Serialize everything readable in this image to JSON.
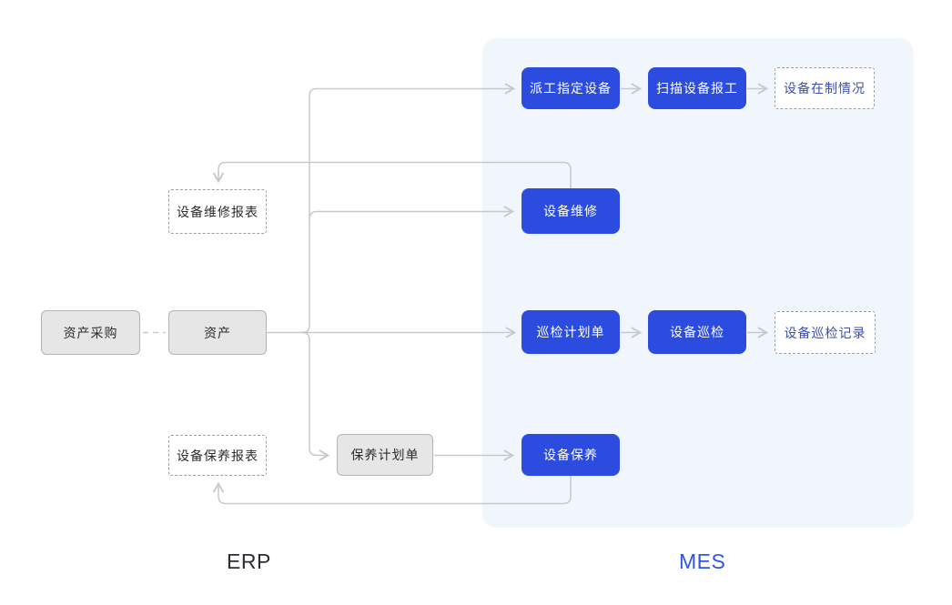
{
  "diagram": {
    "zones": {
      "erp_label": "ERP",
      "mes_label": "MES"
    },
    "nodes": {
      "dispatch_assign_equipment": {
        "label": "派工指定设备",
        "style": "solid-blue"
      },
      "scan_equipment_report": {
        "label": "扫描设备报工",
        "style": "solid-blue"
      },
      "equipment_wip_status": {
        "label": "设备在制情况",
        "style": "dashed-blue-text"
      },
      "equipment_repair_report": {
        "label": "设备维修报表",
        "style": "dashed-dark-text"
      },
      "equipment_repair": {
        "label": "设备维修",
        "style": "solid-blue"
      },
      "asset_purchase": {
        "label": "资产采购",
        "style": "gray"
      },
      "asset": {
        "label": "资产",
        "style": "gray"
      },
      "inspection_plan": {
        "label": "巡检计划单",
        "style": "solid-blue"
      },
      "equipment_inspection": {
        "label": "设备巡检",
        "style": "solid-blue"
      },
      "inspection_record": {
        "label": "设备巡检记录",
        "style": "dashed-blue-text"
      },
      "maintenance_report": {
        "label": "设备保养报表",
        "style": "dashed-dark-text"
      },
      "maintenance_plan": {
        "label": "保养计划单",
        "style": "gray"
      },
      "equipment_maintenance": {
        "label": "设备保养",
        "style": "solid-blue"
      }
    },
    "edges": [
      {
        "from": "asset_purchase",
        "to": "asset",
        "line": "dashed"
      },
      {
        "from": "asset",
        "to": "inspection_plan",
        "line": "solid-arrow"
      },
      {
        "from": "asset",
        "to": "dispatch_assign_equipment",
        "line": "solid-arrow"
      },
      {
        "from": "asset",
        "to": "equipment_repair",
        "line": "solid-arrow"
      },
      {
        "from": "asset",
        "to": "maintenance_plan",
        "line": "solid-arrow"
      },
      {
        "from": "dispatch_assign_equipment",
        "to": "scan_equipment_report",
        "line": "solid-arrow"
      },
      {
        "from": "scan_equipment_report",
        "to": "equipment_wip_status",
        "line": "solid-arrow"
      },
      {
        "from": "inspection_plan",
        "to": "equipment_inspection",
        "line": "solid-arrow"
      },
      {
        "from": "equipment_inspection",
        "to": "inspection_record",
        "line": "solid-arrow"
      },
      {
        "from": "maintenance_plan",
        "to": "equipment_maintenance",
        "line": "solid-arrow"
      },
      {
        "from": "equipment_repair",
        "to": "equipment_repair_report",
        "line": "solid-arrow"
      },
      {
        "from": "equipment_maintenance",
        "to": "maintenance_report",
        "line": "solid-arrow"
      }
    ],
    "colors": {
      "blue-box": "#2b4cdf",
      "blue-box-text": "#ffffff",
      "gray-box-fill": "#e6e6e6",
      "gray-box-border": "#b3b3b3",
      "dashed-border": "#9b9fa6",
      "dark-text": "#2b2b2b",
      "blue-text": "#3d4fae",
      "line": "#c7c9cc",
      "mes-panel-bg": "#f1f5fc",
      "erp-label-color": "#2a2e33",
      "mes-label-color": "#2f54eb"
    }
  }
}
